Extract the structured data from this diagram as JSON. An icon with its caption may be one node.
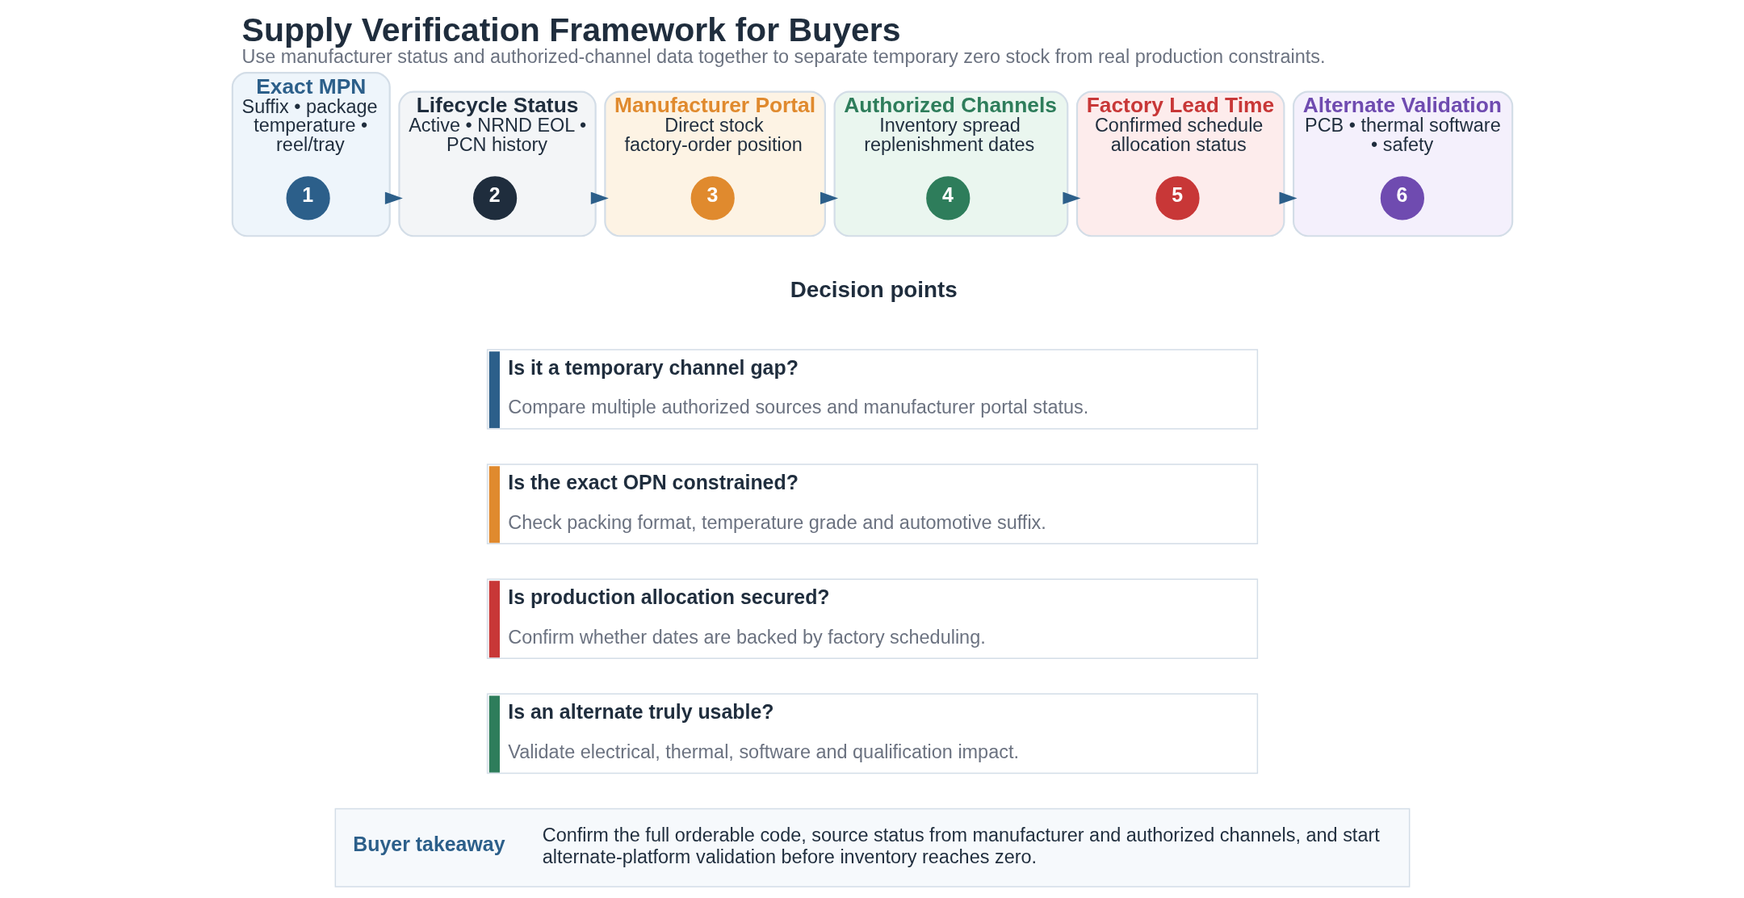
{
  "diagram": {
    "title": "Supply Verification Framework for Buyers",
    "caption": "Use manufacturer status and authorized-channel data together to separate temporary zero stock from real production constraints.",
    "nodes": [
      {
        "text": [
          "Exact MPN",
          "Suffix • package temperature • reel/tray"
        ]
      },
      {
        "text": [
          "1"
        ],
        "in": 0
      },
      {
        "text": [
          "Lifecycle Status",
          "Active • NRND EOL • PCN history"
        ]
      },
      {
        "text": [
          "2"
        ],
        "in": 2
      },
      {
        "text": [
          "Manufacturer Portal",
          "Direct stock factory-order position"
        ]
      },
      {
        "text": [
          "3"
        ],
        "in": 4
      },
      {
        "text": [
          "Authorized Channels",
          "Inventory spread replenishment dates"
        ]
      },
      {
        "text": [
          "4"
        ],
        "in": 6
      },
      {
        "text": [
          "Factory Lead Time",
          "Confirmed schedule allocation status"
        ]
      },
      {
        "text": [
          "5"
        ],
        "in": 8
      },
      {
        "text": [
          "Alternate Validation",
          "PCB • thermal software • safety"
        ]
      },
      {
        "text": [
          "6"
        ],
        "in": 10
      },
      {
        "text": [
          "Is it a temporary channel gap?",
          "Compare multiple authorized sources and manufacturer portal status."
        ]
      },
      {
        "text": [
          "Is the exact OPN constrained?",
          "Check packing format, temperature grade and automotive suffix."
        ]
      },
      {
        "text": [
          "Is production allocation secured?",
          "Confirm whether dates are backed by factory scheduling."
        ]
      },
      {
        "text": [
          "Is an alternate truly usable?",
          "Validate electrical, thermal, software and qualification impact."
        ]
      },
      {
        "text": [
          "Buyer takeaway",
          "Confirm the full orderable code, source status from manufacturer and authorized channels, and start alternate-platform validation before inventory reaches zero."
        ]
      }
    ],
    "edges": [
      {
        "from": 0,
        "to": 2,
        "arrow": "to"
      },
      {
        "from": 2,
        "to": 4,
        "arrow": "to"
      },
      {
        "from": 4,
        "to": 6,
        "arrow": "to"
      },
      {
        "from": 6,
        "to": 8,
        "arrow": "to"
      },
      {
        "from": 8,
        "to": 10,
        "arrow": "to"
      }
    ],
    "labels": [
      "Decision points"
    ]
  }
}
